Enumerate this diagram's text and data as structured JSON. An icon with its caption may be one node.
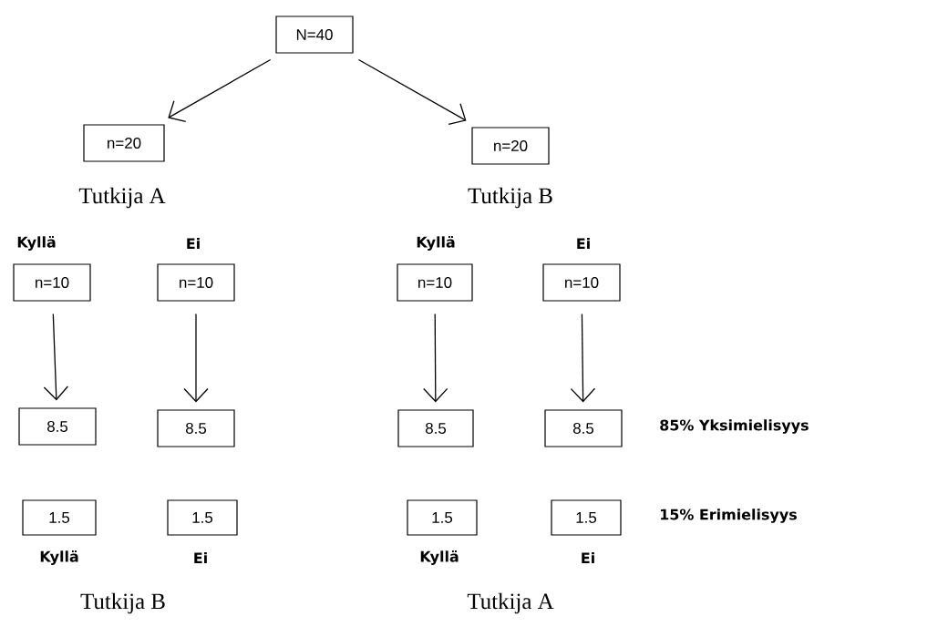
{
  "diagram": {
    "nodes": [
      {
        "text": [
          "N=40"
        ]
      },
      {
        "text": [
          "n=20"
        ]
      },
      {
        "text": [
          "n=20"
        ]
      },
      {
        "text": [
          "n=10"
        ]
      },
      {
        "text": [
          "n=10"
        ]
      },
      {
        "text": [
          "n=10"
        ]
      },
      {
        "text": [
          "n=10"
        ]
      },
      {
        "text": [
          "8.5"
        ]
      },
      {
        "text": [
          "8.5"
        ]
      },
      {
        "text": [
          "8.5"
        ]
      },
      {
        "text": [
          "8.5"
        ]
      },
      {
        "text": [
          "1.5"
        ]
      },
      {
        "text": [
          "1.5"
        ]
      },
      {
        "text": [
          "1.5"
        ]
      },
      {
        "text": [
          "1.5"
        ]
      }
    ],
    "edges": [
      {
        "from": 0,
        "to": 1,
        "arrow": "to"
      },
      {
        "from": 0,
        "to": 2,
        "arrow": "to"
      },
      {
        "from": 3,
        "to": 7,
        "arrow": "to"
      },
      {
        "from": 4,
        "to": 8,
        "arrow": "to"
      },
      {
        "from": 5,
        "to": 9,
        "arrow": "to"
      },
      {
        "from": 6,
        "to": 10,
        "arrow": "to"
      }
    ],
    "labels": [
      "Tutkija A",
      "Tutkija B",
      "Kyllä",
      "Ei",
      "Kyllä",
      "Ei",
      "85% Yksimielisyys",
      "15% Erimielisyys",
      "Kyllä",
      "Ei",
      "Kyllä",
      "Ei",
      "Tutkija B",
      "Tutkija A"
    ]
  }
}
